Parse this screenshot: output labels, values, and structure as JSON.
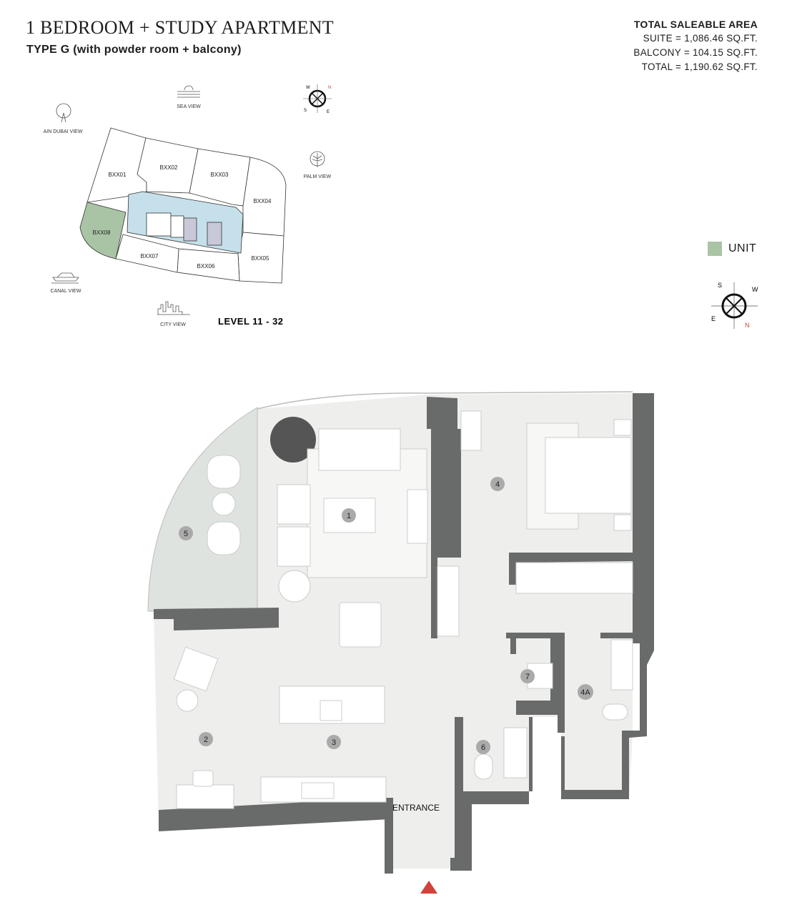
{
  "header": {
    "title": "1 BEDROOM + STUDY APARTMENT",
    "subtitle": "TYPE G (with powder room + balcony)"
  },
  "area": {
    "heading": "TOTAL SALEABLE AREA",
    "suite": "SUITE = 1,086.46 SQ.FT.",
    "balcony": "BALCONY = 104.15 SQ.FT.",
    "total": "TOTAL = 1,190.62 SQ.FT."
  },
  "legend": {
    "label": "UNIT",
    "color": "#a9c4a4"
  },
  "key_plan": {
    "views": {
      "sea": "SEA VIEW",
      "ain_dubai": "AIN DUBAI VIEW",
      "palm": "PALM VIEW",
      "canal": "CANAL VIEW",
      "city": "CITY VIEW"
    },
    "units": [
      "BXX01",
      "BXX02",
      "BXX03",
      "BXX04",
      "BXX05",
      "BXX06",
      "BXX07",
      "BXX08"
    ],
    "selected_unit": "BXX08",
    "level": "LEVEL  11 - 32",
    "compass": {
      "n": "N",
      "s": "S",
      "e": "E",
      "w": "W"
    }
  },
  "compass": {
    "n": "N",
    "s": "S",
    "e": "E",
    "w": "W"
  },
  "floor_plan": {
    "rooms": [
      "1",
      "2",
      "3",
      "4",
      "4A",
      "5",
      "6",
      "7"
    ],
    "entrance": "ENTRANCE",
    "colors": {
      "wall": "#686b69",
      "floor": "#eeeeec",
      "balcony": "#dfe3df",
      "entry_arrow": "#d2413a"
    }
  }
}
